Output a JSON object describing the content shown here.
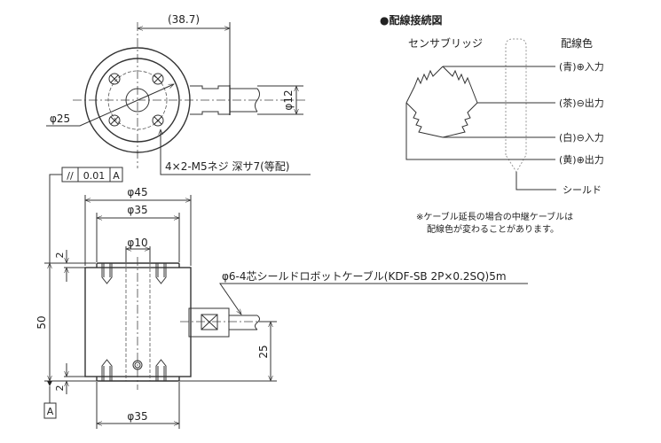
{
  "top_view": {
    "dim_overall": "(38.7)",
    "dim_bolt_circle": "φ25",
    "dim_cable": "φ12",
    "thread_note": "4×2-M5ネジ 深サ7(等配)"
  },
  "tolerance_frame": {
    "symbol": "//",
    "value": "0.01",
    "datum": "A"
  },
  "side_view": {
    "dim_outer": "φ45",
    "dim_top": "φ35",
    "dim_hole": "φ10",
    "dim_bottom": "φ35",
    "dim_height": "50",
    "dim_flange_top": "2",
    "dim_flange_bottom": "2",
    "dim_cable_height": "25",
    "datum_label": "A",
    "cable_spec": "φ6-4芯シールドロボットケーブル(KDF-SB 2P×0.2SQ)5m"
  },
  "wiring": {
    "title": "●配線接続図",
    "bridge_label": "センサブリッジ",
    "color_header": "配線色",
    "wires": [
      "(青)⊕入力",
      "(茶)⊖出力",
      "(白)⊖入力",
      "(黄)⊕出力"
    ],
    "shield": "シールド",
    "note_line1": "※ケーブル延長の場合の中継ケーブルは",
    "note_line2": "配線色が変わることがあります。"
  }
}
